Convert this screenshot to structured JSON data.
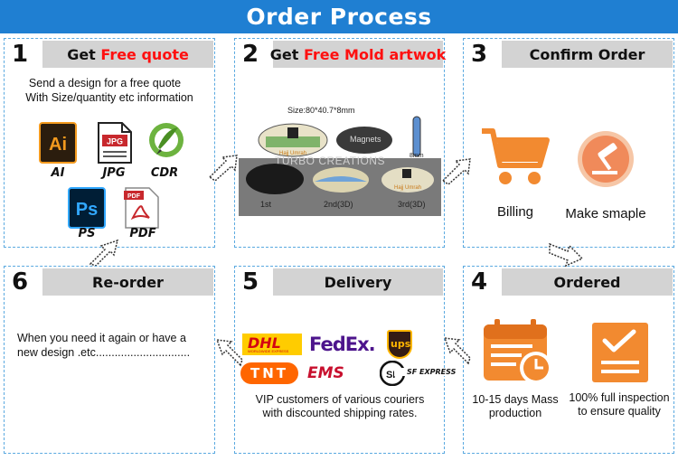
{
  "banner": {
    "title": "Order Process"
  },
  "steps": {
    "s1": {
      "num": "1",
      "head_prefix": "Get ",
      "head_highlight": "Free quote",
      "desc_line1": "Send a design for a free quote",
      "desc_line2": "With Size/quantity etc information",
      "files": [
        {
          "label": "AI",
          "icon": "ai-file-icon",
          "badge": "Ai",
          "color": "#f39a1e",
          "bg": "#2b1d0e"
        },
        {
          "label": "JPG",
          "icon": "jpg-file-icon",
          "badge": "JPG",
          "color": "#c8282d",
          "bg": "#ffffff"
        },
        {
          "label": "CDR",
          "icon": "cdr-file-icon",
          "badge": "",
          "color": "#6db33f",
          "bg": "#ffffff"
        },
        {
          "label": "PS",
          "icon": "ps-file-icon",
          "badge": "Ps",
          "color": "#31a8ff",
          "bg": "#001e36"
        },
        {
          "label": "PDF",
          "icon": "pdf-file-icon",
          "badge": "PDF",
          "color": "#c8282d",
          "bg": "#ffffff"
        }
      ]
    },
    "s2": {
      "num": "2",
      "head_prefix": "Get ",
      "head_highlight": "Free Mold artwok",
      "size_text": "Size:80*40.7*8mm",
      "magnet_text": "Magnets",
      "depth_text": "8mm",
      "watermark": "TURBO CREATIONS",
      "option1": "1st",
      "option2": "2nd(3D)",
      "option3": "3rd(3D)",
      "souvenir_text": "Hajj Umrah"
    },
    "s3": {
      "num": "3",
      "head": "Confirm Order",
      "billing": "Billing",
      "sample": "Make smaple"
    },
    "s4": {
      "num": "4",
      "head": "Ordered",
      "prod_line1": "10-15 days Mass",
      "prod_line2": "production",
      "insp_line1": "100% full inspection",
      "insp_line2": "to ensure quality"
    },
    "s5": {
      "num": "5",
      "head": "Delivery",
      "couriers": [
        "DHL",
        "FedEx.",
        "ups",
        "TNT",
        "EMS",
        "SF EXPRESS"
      ],
      "dhl_sub": "WORLDWIDE EXPRESS",
      "desc_line1": "VIP customers of various couriers",
      "desc_line2": "with discounted shipping rates."
    },
    "s6": {
      "num": "6",
      "head": "Re-order",
      "desc_line1": "When you need it again or have a",
      "desc_line2": "new design .etc.............................."
    }
  },
  "colors": {
    "banner": "#1f7fd2",
    "panel_border": "#5aa9e0",
    "header_bg": "#d3d3d3",
    "highlight": "#ff1010",
    "orange": "#f28a30"
  }
}
